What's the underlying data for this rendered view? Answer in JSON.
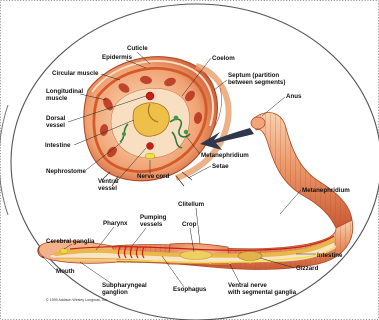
{
  "figure": {
    "labels": {
      "cuticle": "Cuticle",
      "epidermis": "Epidermis",
      "circular_muscle": "Circular muscle",
      "longitudinal_muscle_1": "Longitudinal",
      "longitudinal_muscle_2": "muscle",
      "dorsal_vessel_1": "Dorsal",
      "dorsal_vessel_2": "vessel",
      "intestine_top": "Intestine",
      "nephrostome": "Nephrostome",
      "ventral_vessel_1": "Ventral",
      "ventral_vessel_2": "vessel",
      "nerve_cord": "Nerve cord",
      "coelom": "Coelom",
      "septum_1": "Septum (partition",
      "septum_2": "between segments)",
      "anus": "Anus",
      "metanephridium_top": "Metanephridium",
      "setae": "Setae",
      "clitellum": "Clitellum",
      "metanephridium_right": "Metanephridium",
      "pharynx": "Pharynx",
      "pumping_vessels_1": "Pumping",
      "pumping_vessels_2": "vessels",
      "crop": "Crop",
      "cerebral_ganglia": "Cerebral ganglia",
      "intestine_right": "Intestine",
      "gizzard": "Gizzard",
      "mouth": "Mouth",
      "subpharyngeal_1": "Subpharyngeal",
      "subpharyngeal_2": "ganglion",
      "esophagus": "Esophagus",
      "ventral_nerve_1": "Ventral nerve",
      "ventral_nerve_2": "with segmental ganglia"
    },
    "copyright": "© 1999 Addison Wesley Longman, Inc.",
    "colors": {
      "body": "#e8875a",
      "body_dark": "#c4502c",
      "body_light": "#f6c29c",
      "gut": "#f0d063",
      "vessel_red": "#cc1d14",
      "nerve_yellow": "#f2df4a",
      "muscle_green": "#2f7b3a",
      "arrow": "#30374d",
      "background_oval": "#ffffff",
      "border_dots": "#8a8a8a"
    }
  }
}
